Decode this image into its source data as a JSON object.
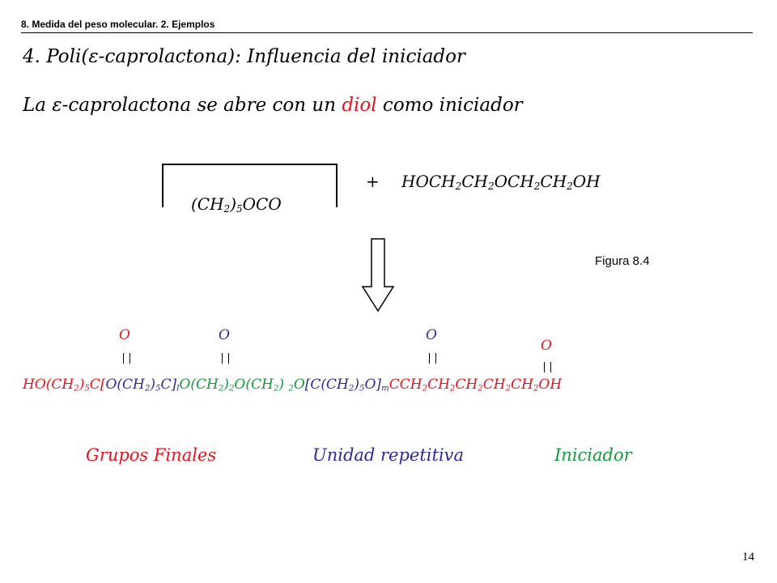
{
  "header": {
    "section": "8. Medida del peso molecular. 2. Ejemplos"
  },
  "title": {
    "text": "4. Poli(ε-caprolactona): Influencia del iniciador"
  },
  "subtitle": {
    "before": "La ε-caprolactona se abre con un ",
    "highlight": "diol",
    "after": " como iniciador"
  },
  "reaction": {
    "ring": {
      "a": "(CH",
      "s1": "2",
      "b": ")",
      "s2": "5",
      "c": "OCO"
    },
    "plus": "+",
    "diol": {
      "a": "HOCH",
      "s1": "2",
      "b": "CH",
      "s2": "2",
      "c": "OCH",
      "s3": "2",
      "d": "CH",
      "s4": "2",
      "e": "OH"
    }
  },
  "figure_label": "Figura 8.4",
  "carbonyl_o": [
    "O",
    "O",
    "O",
    "O"
  ],
  "formula": {
    "p1": "HO(CH",
    "p1s": "2",
    "p2": ")",
    "p2s": "5",
    "p3": "C[",
    "p4": "O(CH",
    "p4s": "2",
    "p5": ")",
    "p5s": "5",
    "p6": "C]",
    "p6s": "l",
    "p7": "O(CH",
    "p7s": "2",
    "p8": ")",
    "p8s": "2",
    "p9": "O(CH",
    "p9s": "2",
    "p10": ") ",
    "p10s": "2",
    "p11": "O",
    "p12": "[C(CH",
    "p12s": "2",
    "p13": ")",
    "p13s": "5",
    "p14": "O]",
    "p14s": "m",
    "p15": "CCH",
    "p15s": "2",
    "p16": "CH",
    "p16s": "2",
    "p17": "CH",
    "p17s": "2",
    "p18": "CH",
    "p18s": "2",
    "p19": "CH",
    "p19s": "2",
    "p20": "OH"
  },
  "labels": {
    "end_groups": "Grupos Finales",
    "repeat_unit": "Unidad repetitiva",
    "initiator": "Iniciador"
  },
  "colors": {
    "end_groups": "#e8121a",
    "repeat_unit": "#2a2a9a",
    "initiator": "#109a3a"
  },
  "page_number": "14"
}
